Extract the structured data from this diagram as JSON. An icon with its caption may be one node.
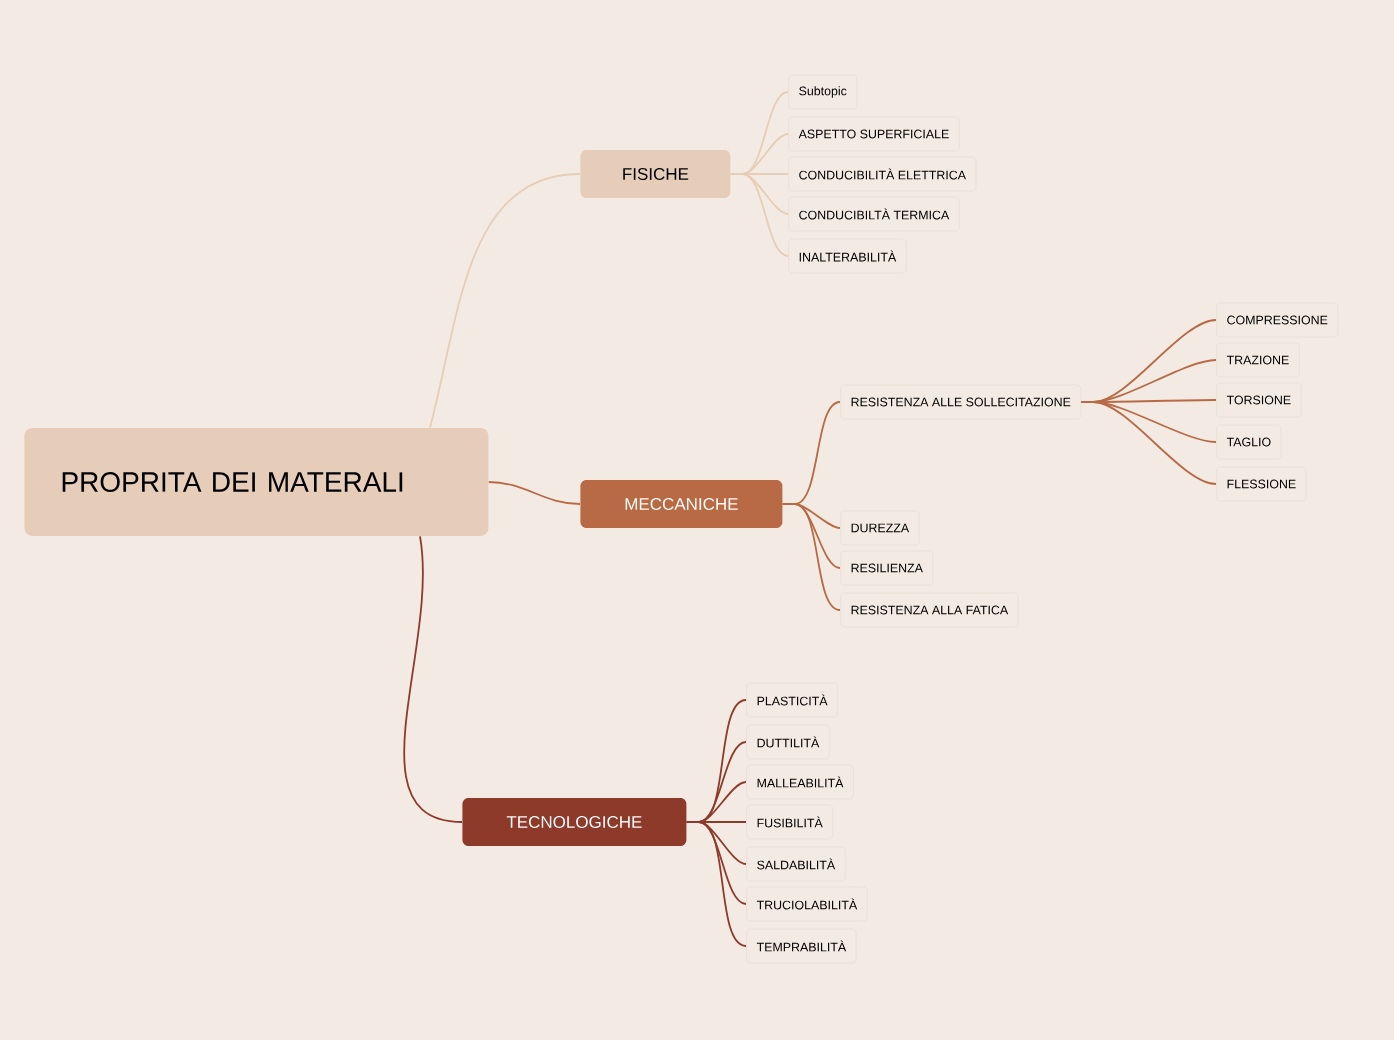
{
  "diagram": {
    "nodes": [
      {
        "text": [
          "PROPRITA DEI MATERALI"
        ]
      },
      {
        "text": [
          "FISICHE"
        ]
      },
      {
        "text": [
          "Subtopic"
        ]
      },
      {
        "text": [
          "ASPETTO SUPERFICIALE"
        ]
      },
      {
        "text": [
          "CONDUCIBILITÀ ELETTRICA"
        ]
      },
      {
        "text": [
          "CONDUCIBILTÀ TERMICA"
        ]
      },
      {
        "text": [
          "INALTERABILITÀ"
        ]
      },
      {
        "text": [
          "MECCANICHE"
        ]
      },
      {
        "text": [
          "RESISTENZA ALLE SOLLECITAZIONE"
        ]
      },
      {
        "text": [
          "COMPRESSIONE"
        ]
      },
      {
        "text": [
          "TRAZIONE"
        ]
      },
      {
        "text": [
          "TORSIONE"
        ]
      },
      {
        "text": [
          "TAGLIO"
        ]
      },
      {
        "text": [
          "FLESSIONE"
        ]
      },
      {
        "text": [
          "DUREZZA"
        ]
      },
      {
        "text": [
          "RESILIENZA"
        ]
      },
      {
        "text": [
          "RESISTENZA ALLA  FATICA"
        ]
      },
      {
        "text": [
          "TECNOLOGICHE"
        ]
      },
      {
        "text": [
          "PLASTICITÀ"
        ]
      },
      {
        "text": [
          "DUTTILITÀ"
        ]
      },
      {
        "text": [
          "MALLEABILITÀ"
        ]
      },
      {
        "text": [
          "FUSIBILITÀ"
        ]
      },
      {
        "text": [
          "SALDABILITÀ"
        ]
      },
      {
        "text": [
          "TRUCIOLABILITÀ"
        ]
      },
      {
        "text": [
          "TEMPRABILITÀ"
        ]
      }
    ],
    "edges": [
      {
        "from": 0,
        "to": 1,
        "arrow": "none",
        "color": "#e6cdb5"
      },
      {
        "from": 1,
        "to": 2,
        "arrow": "none",
        "color": "#e6cdb5"
      },
      {
        "from": 1,
        "to": 3,
        "arrow": "none",
        "color": "#e6cdb5"
      },
      {
        "from": 1,
        "to": 4,
        "arrow": "none",
        "color": "#e6cdb5"
      },
      {
        "from": 1,
        "to": 5,
        "arrow": "none",
        "color": "#e6cdb5"
      },
      {
        "from": 1,
        "to": 6,
        "arrow": "none",
        "color": "#e6cdb5"
      },
      {
        "from": 0,
        "to": 7,
        "arrow": "none"
      },
      {
        "from": 7,
        "to": 8,
        "arrow": "none"
      },
      {
        "from": 8,
        "to": 9,
        "arrow": "none"
      },
      {
        "from": 8,
        "to": 10,
        "arrow": "none"
      },
      {
        "from": 8,
        "to": 11,
        "arrow": "none"
      },
      {
        "from": 8,
        "to": 12,
        "arrow": "none"
      },
      {
        "from": 8,
        "to": 13,
        "arrow": "none"
      },
      {
        "from": 7,
        "to": 14,
        "arrow": "none"
      },
      {
        "from": 7,
        "to": 15,
        "arrow": "none"
      },
      {
        "from": 7,
        "to": 16,
        "arrow": "none"
      },
      {
        "from": 0,
        "to": 17,
        "arrow": "none",
        "color": "#8e3a2a"
      },
      {
        "from": 17,
        "to": 18,
        "arrow": "none",
        "color": "#8e3a2a"
      },
      {
        "from": 17,
        "to": 19,
        "arrow": "none",
        "color": "#8e3a2a"
      },
      {
        "from": 17,
        "to": 20,
        "arrow": "none",
        "color": "#8e3a2a"
      },
      {
        "from": 17,
        "to": 21,
        "arrow": "none",
        "color": "#8e3a2a"
      },
      {
        "from": 17,
        "to": 22,
        "arrow": "none",
        "color": "#8e3a2a"
      },
      {
        "from": 17,
        "to": 23,
        "arrow": "none",
        "color": "#8e3a2a"
      },
      {
        "from": 17,
        "to": 24,
        "arrow": "none",
        "color": "#8e3a2a"
      }
    ]
  }
}
